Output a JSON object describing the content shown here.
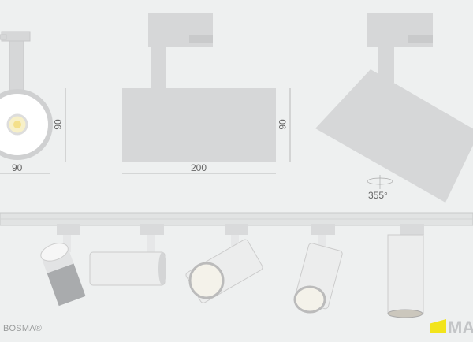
{
  "drawing": {
    "front_view": {
      "width_label": "90",
      "height_label": "90"
    },
    "side_view": {
      "width_label": "200",
      "height_label": "90"
    },
    "rotated_view": {
      "rotation_label": "355°"
    }
  },
  "footer": {
    "brand": "BOSMA®",
    "logo_text": "МА"
  },
  "colors": {
    "background": "#eef0f0",
    "fixture": "#d6d7d8",
    "logo_accent": "#f2e41b"
  }
}
